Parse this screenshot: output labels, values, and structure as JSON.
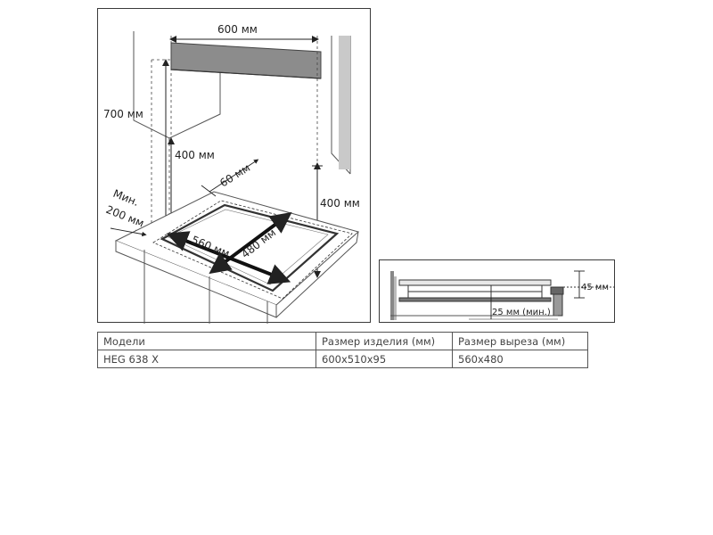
{
  "diagram": {
    "labels": {
      "width_top": "600 мм",
      "height_left": "700 мм",
      "height_mid": "400 мм",
      "height_right": "400 мм",
      "side_gap": "60 мм",
      "min_label": "Мин.",
      "min_value": "200 мм",
      "cutout_width": "560 мм",
      "cutout_depth": "480 мм"
    },
    "section": {
      "height": "45 мм",
      "gap": "25 мм (мин.)"
    }
  },
  "table": {
    "headers": [
      "Модели",
      "Размер изделия (мм)",
      "Размер выреза (мм)"
    ],
    "rows": [
      [
        "HEG 638 X",
        "600x510x95",
        "560x480"
      ]
    ]
  }
}
